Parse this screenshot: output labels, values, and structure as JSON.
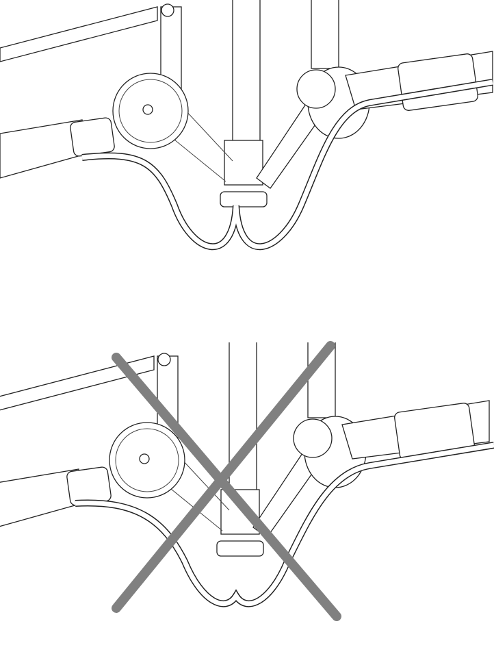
{
  "panels": [
    {
      "id": "correct-routing",
      "mark": "none"
    },
    {
      "id": "incorrect-routing",
      "mark": "cross"
    }
  ],
  "colors": {
    "line": "#222222",
    "cross": "#808080",
    "background": "#ffffff"
  }
}
